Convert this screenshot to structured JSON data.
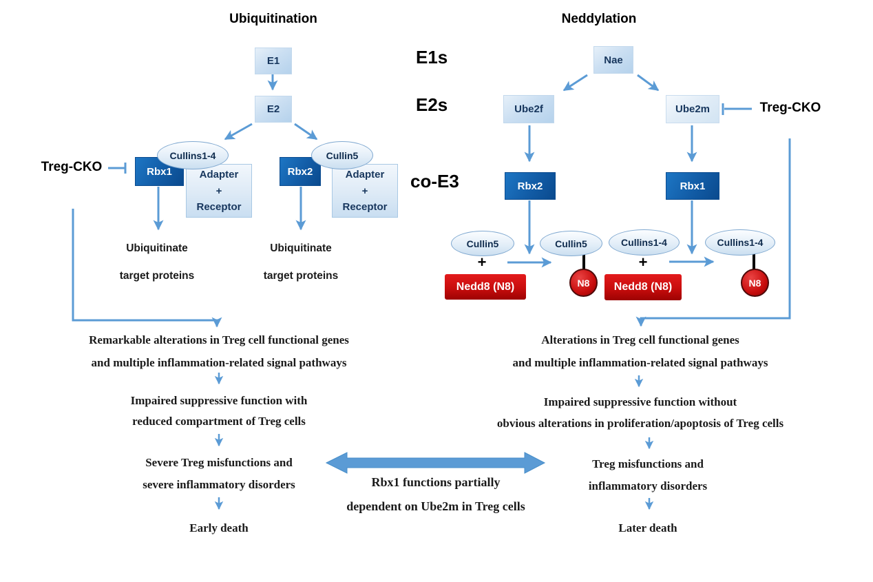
{
  "colors": {
    "arrow_blue": "#5B9BD5",
    "dark_box_top": "#1D76C4",
    "dark_box_bottom": "#0A4A8E",
    "light_box_blue": "#BDD7EE",
    "red_box": "#C80D0D",
    "label_navy": "#17365D",
    "text_black": "#1A1A1A"
  },
  "left_pathway": {
    "title": "Ubiquitination",
    "e1_box": "E1",
    "e2_box": "E2",
    "treg_cko": "Treg-CKO",
    "complex1": {
      "ring": "Rbx1",
      "cullin": "Cullins1-4",
      "adapter_line1": "Adapter",
      "adapter_plus": "+",
      "adapter_line2": "Receptor"
    },
    "complex2": {
      "ring": "Rbx2",
      "cullin": "Cullin5",
      "adapter_line1": "Adapter",
      "adapter_plus": "+",
      "adapter_line2": "Receptor"
    },
    "outcome1": {
      "line1": "Ubiquitinate",
      "line2": "target proteins"
    },
    "outcome2": {
      "line1": "Ubiquitinate",
      "line2": "target proteins"
    },
    "flow": {
      "step1_line1": "Remarkable alterations in Treg cell functional genes",
      "step1_line2": "and multiple inflammation-related signal pathways",
      "step2_line1": "Impaired suppressive function with",
      "step2_line2": "reduced compartment of Treg cells",
      "step3_line1": "Severe Treg misfunctions and",
      "step3_line2": "severe inflammatory disorders",
      "step4": "Early death"
    }
  },
  "right_pathway": {
    "title": "Neddylation",
    "row_labels": {
      "e1": "E1s",
      "e2": "E2s",
      "co_e3": "co-E3"
    },
    "nae_box": "Nae",
    "ube2f_box": "Ube2f",
    "ube2m_box": "Ube2m",
    "treg_cko": "Treg-CKO",
    "rbx2_box": "Rbx2",
    "rbx1_box": "Rbx1",
    "reaction_left": {
      "substrate_cullin": "Cullin5",
      "plus": "+",
      "nedd8": "Nedd8 (N8)",
      "product_cullin": "Cullin5",
      "n8_ball": "N8"
    },
    "reaction_right": {
      "substrate_cullin": "Cullins1-4",
      "plus": "+",
      "nedd8": "Nedd8 (N8)",
      "product_cullin": "Cullins1-4",
      "n8_ball": "N8"
    },
    "flow": {
      "step1_line1": "Alterations in Treg cell functional genes",
      "step1_line2": "and multiple inflammation-related signal pathways",
      "step2_line1": "Impaired suppressive function without",
      "step2_line2": "obvious alterations in proliferation/apoptosis of Treg cells",
      "step3_line1": "Treg misfunctions and",
      "step3_line2": "inflammatory disorders",
      "step4": "Later death"
    }
  },
  "center_note": {
    "line1": "Rbx1 functions partially",
    "line2": "dependent on Ube2m in Treg cells"
  }
}
